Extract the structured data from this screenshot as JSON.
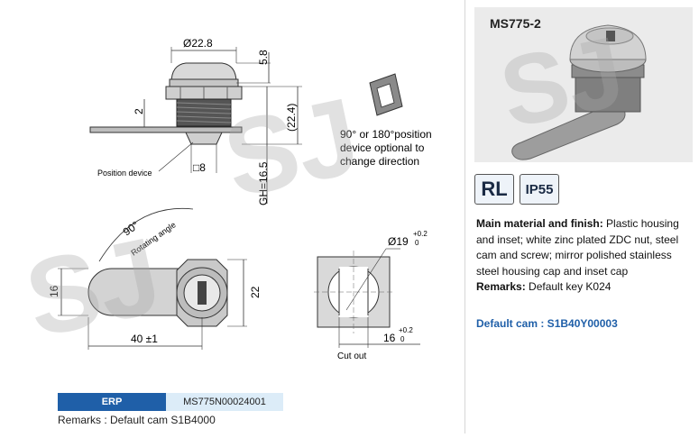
{
  "drawing": {
    "dia_top": "Ø22.8",
    "dim_58": "5.8",
    "dim_2": "2",
    "dim_224": "(22.4)",
    "dim_gh": "GH=16.5",
    "dim_sq8": "□8",
    "position_device": "Position device",
    "note_line1": "90° or 180°position",
    "note_line2": "device optional to",
    "note_line3": "change direction",
    "angle_90": "90°",
    "rotating_angle": "Rotating angle",
    "dim_16": "16",
    "dim_22": "22",
    "dim_40": "40 ±1",
    "dia_19": "Ø19",
    "tol_19_top": "+0.2",
    "tol_19_bottom": "0",
    "dim_16b": "16",
    "tol_16_top": "+0.2",
    "tol_16_bottom": "0",
    "cut_out": "Cut out"
  },
  "erp": {
    "label": "ERP",
    "code": "MS775N00024001"
  },
  "remarks_left": "Remarks : Default cam S1B4000",
  "product": {
    "model": "MS775-2",
    "badge_rl": "RL",
    "badge_ip": "IP55",
    "material_label": "Main material and finish:",
    "material_text": " Plastic housing and inset; white zinc plated ZDC nut, steel cam and screw; mirror polished stainless steel housing cap and inset cap",
    "remarks_label": "Remarks:",
    "remarks_text": " Default key K024",
    "default_cam": "Default cam : S1B40Y00003"
  },
  "watermark": "SJ"
}
